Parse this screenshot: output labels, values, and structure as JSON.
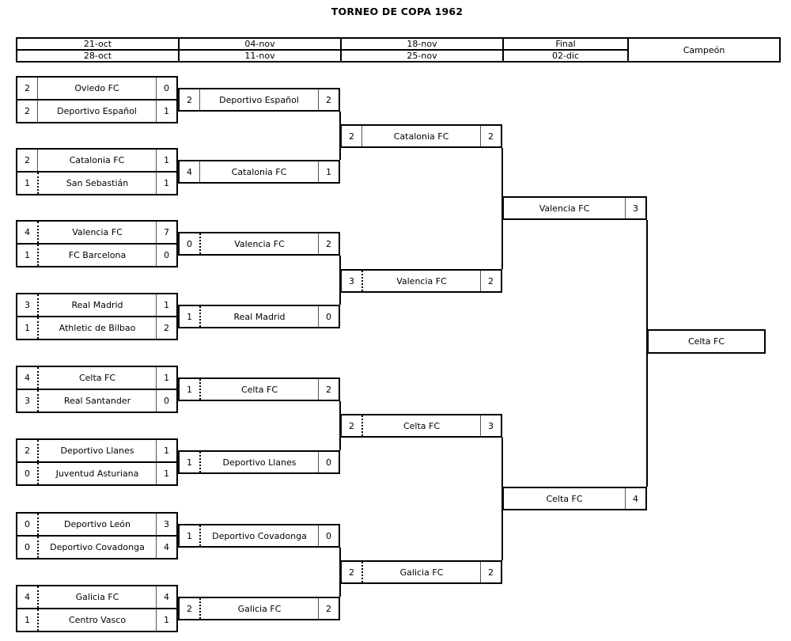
{
  "title": "TORNEO DE COPA 1962",
  "header": {
    "col1": {
      "r1": "21-oct",
      "r2": "28-oct"
    },
    "col2": {
      "r1": "04-nov",
      "r2": "11-nov"
    },
    "col3": {
      "r1": "18-nov",
      "r2": "25-nov"
    },
    "col4": {
      "r1": "Final",
      "r2": "02-dic"
    },
    "champion_label": "Campeón"
  },
  "round1": [
    {
      "top": {
        "s1": "2",
        "name": "Oviedo FC",
        "s2": "0"
      },
      "bottom": {
        "s1": "2",
        "name": "Deportivo Español",
        "s2": "1"
      }
    },
    {
      "top": {
        "s1": "2",
        "name": "Catalonia FC",
        "s2": "1"
      },
      "bottom": {
        "s1": "1",
        "name": "San Sebastián",
        "s2": "1"
      }
    },
    {
      "top": {
        "s1": "4",
        "name": "Valencia FC",
        "s2": "7"
      },
      "bottom": {
        "s1": "1",
        "name": "FC Barcelona",
        "s2": "0"
      }
    },
    {
      "top": {
        "s1": "3",
        "name": "Real Madrid",
        "s2": "1"
      },
      "bottom": {
        "s1": "1",
        "name": "Athletic de Bilbao",
        "s2": "2"
      }
    },
    {
      "top": {
        "s1": "4",
        "name": "Celta FC",
        "s2": "1"
      },
      "bottom": {
        "s1": "3",
        "name": "Real Santander",
        "s2": "0"
      }
    },
    {
      "top": {
        "s1": "2",
        "name": "Deportivo Llanes",
        "s2": "1"
      },
      "bottom": {
        "s1": "0",
        "name": "Juventud Asturiana",
        "s2": "1"
      }
    },
    {
      "top": {
        "s1": "0",
        "name": "Deportivo León",
        "s2": "3"
      },
      "bottom": {
        "s1": "0",
        "name": "Deportivo Covadonga",
        "s2": "4"
      }
    },
    {
      "top": {
        "s1": "4",
        "name": "Galicia FC",
        "s2": "4"
      },
      "bottom": {
        "s1": "1",
        "name": "Centro Vasco",
        "s2": "1"
      }
    }
  ],
  "round2": [
    {
      "s1": "2",
      "name": "Deportivo Español",
      "s2": "2"
    },
    {
      "s1": "4",
      "name": "Catalonia FC",
      "s2": "1"
    },
    {
      "s1": "0",
      "name": "Valencia FC",
      "s2": "2"
    },
    {
      "s1": "1",
      "name": "Real Madrid",
      "s2": "0"
    },
    {
      "s1": "1",
      "name": "Celta FC",
      "s2": "2"
    },
    {
      "s1": "1",
      "name": "Deportivo Llanes",
      "s2": "0"
    },
    {
      "s1": "1",
      "name": "Deportivo Covadonga",
      "s2": "0"
    },
    {
      "s1": "2",
      "name": "Galicia FC",
      "s2": "2"
    }
  ],
  "semifinals": [
    {
      "s1": "2",
      "name": "Catalonia FC",
      "s2": "2"
    },
    {
      "s1": "3",
      "name": "Valencia FC",
      "s2": "2"
    },
    {
      "s1": "2",
      "name": "Celta FC",
      "s2": "3"
    },
    {
      "s1": "2",
      "name": "Galicia FC",
      "s2": "2"
    }
  ],
  "final": [
    {
      "name": "Valencia FC",
      "score": "3"
    },
    {
      "name": "Celta FC",
      "score": "4"
    }
  ],
  "champion": "Celta FC"
}
